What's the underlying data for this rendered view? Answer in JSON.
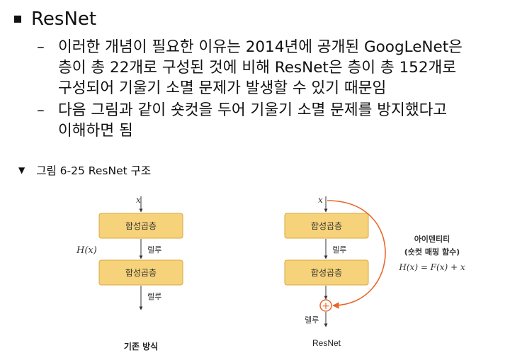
{
  "section": {
    "title": "ResNet"
  },
  "points": [
    {
      "dash": "–",
      "lines": [
        "이러한 개념이 필요한 이유는 2014년에 공개된 GoogLeNet은",
        "층이 총 22개로 구성된 것에 비해 ResNet은 층이 총 152개로",
        "구성되어 기울기 소멸 문제가 발생할 수 있기 때문임"
      ]
    },
    {
      "dash": "–",
      "lines": [
        "다음 그림과 같이 숏컷을 두어 기울기 소멸 문제를 방지했다고",
        "이해하면 됨"
      ]
    }
  ],
  "figure": {
    "caption_marker": "▼",
    "caption": "그림 6-25 ResNet 구조",
    "left": {
      "input": "x",
      "hx": "H(x)",
      "block1": "합성곱층",
      "relu1": "렐루",
      "block2": "합성곱층",
      "relu2": "렐루",
      "title": "기존 방식"
    },
    "right": {
      "input": "x",
      "block1": "합성곱층",
      "relu1": "렐루",
      "block2": "합성곱층",
      "add_symbol": "+",
      "relu2": "렐루",
      "title": "ResNet",
      "identity_label": "아이덴티티",
      "shortcut_label": "(숏컷 매핑 함수)",
      "formula": "H(x) = F(x) + x"
    },
    "colors": {
      "block_fill": "#F6D27A",
      "block_stroke": "#D9A840",
      "shortcut": "#E8682A"
    }
  }
}
